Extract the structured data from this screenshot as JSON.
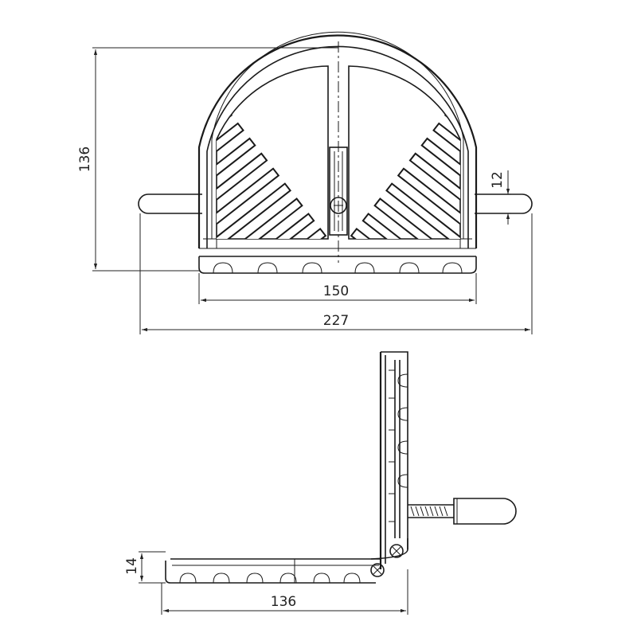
{
  "dimensions": {
    "front_height": "136",
    "front_tube_diameter": "12",
    "front_tread_width": "150",
    "front_overall_width": "227",
    "side_tread_height": "14",
    "side_tread_depth": "136"
  }
}
